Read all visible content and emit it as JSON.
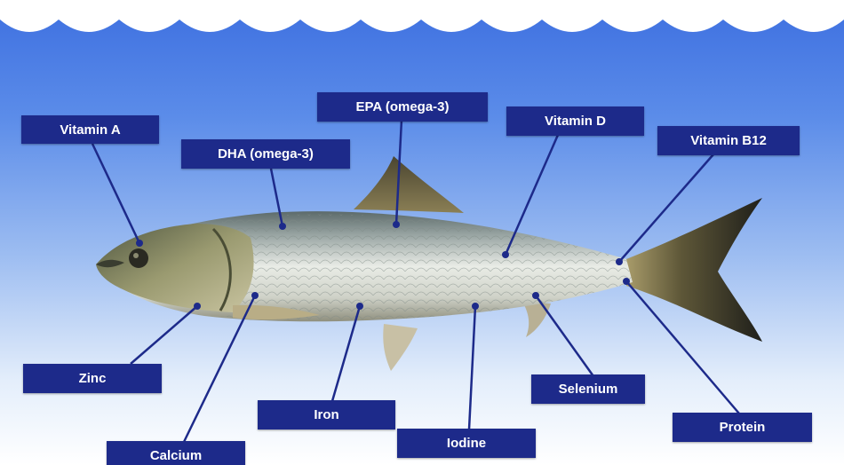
{
  "labels": {
    "vitamin_a": "Vitamin A",
    "dha": "DHA (omega-3)",
    "epa": "EPA (omega-3)",
    "vitamin_d": "Vitamin D",
    "vitamin_b12": "Vitamin  B12",
    "zinc": "Zinc",
    "calcium": "Calcium",
    "iron": "Iron",
    "iodine": "Iodine",
    "selenium": "Selenium",
    "protein": "Protein"
  },
  "colors": {
    "label_bg": "#1d2a8a",
    "label_text": "#ffffff",
    "leader_line": "#1d2a8a",
    "water_top": "#3d6fe0",
    "water_bottom": "#ffffff"
  }
}
